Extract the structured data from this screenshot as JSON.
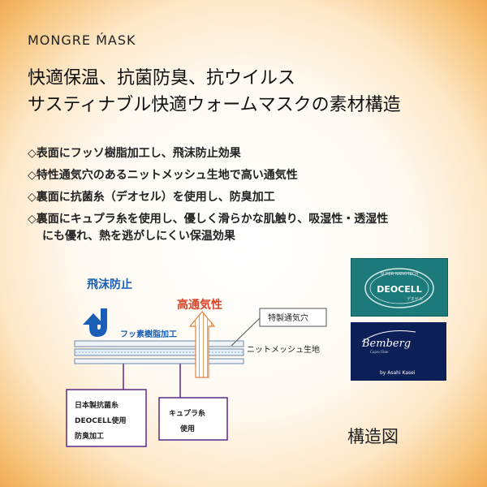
{
  "brand": "MONGRE ḾASK",
  "headline": {
    "line1": "快適保温、抗菌防臭、抗ウイルス",
    "line2": "サスティナブル快適ウォームマスクの素材構造"
  },
  "features": [
    "◇表面にフッソ樹脂加工し、飛沫防止効果",
    "◇特性通気穴のあるニットメッシュ生地で高い通気性",
    "◇裏面に抗菌糸（デオセル）を使用し、防臭加工",
    "◇裏面にキュプラ糸を使用し、優しく滑らかな肌触り、吸湿性・透湿性"
  ],
  "feature_continuation": "にも優れ、熱を逃がしにくい保温効果",
  "diagram": {
    "splash_label": "飛沫防止",
    "breathability_label": "高通気性",
    "fluorine_label": "フッ素樹脂加工",
    "special_holes_label": "特製通気穴",
    "knit_mesh_label": "ニットメッシュ生地",
    "box1": [
      "日本製抗菌糸",
      "DEOCELL使用",
      "防臭加工"
    ],
    "box2": [
      "キュプラ糸",
      "使用"
    ]
  },
  "logos": {
    "deocell": {
      "top_text": "SUPER NANOTECH",
      "name": "DEOCELL",
      "sub": "デオセル"
    },
    "bemberg": {
      "name": "Bemberg",
      "sub": "Cupro Fiber",
      "maker": "by Asahi Kasei"
    }
  },
  "caption": "構造図",
  "colors": {
    "splash_blue": "#1a5fb5",
    "breath_red": "#d9432a",
    "box_purple": "#5a2a86",
    "deocell_teal": "#1d7a7a",
    "bemberg_navy": "#0c1f57"
  }
}
